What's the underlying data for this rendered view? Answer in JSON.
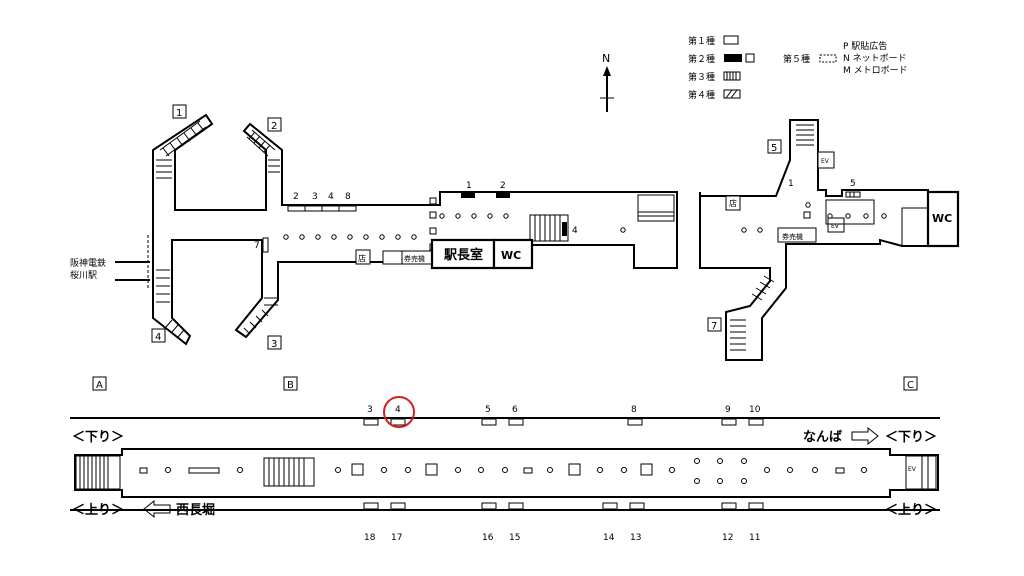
{
  "legend": {
    "type1": "第１種",
    "type2": "第２種",
    "type3": "第３種",
    "type4": "第４種",
    "type5": "第５種",
    "p": "P 駅貼広告",
    "n": "N ネットボード",
    "m": "M メトロボード"
  },
  "north": "N",
  "exits": [
    "1",
    "2",
    "3",
    "4",
    "5",
    "7"
  ],
  "concourse": {
    "connection": [
      "阪神電鉄",
      "桜川駅"
    ],
    "station_office": "駅長室",
    "wc": "WC",
    "ticket_machine": "券売機",
    "shop": "店",
    "ev": "EV",
    "ad_numbers_upper": [
      "2",
      "3",
      "4",
      "8"
    ],
    "ad_numbers_right": [
      "1",
      "2",
      "4",
      "7",
      "1",
      "5"
    ]
  },
  "platform": {
    "zones": [
      "A",
      "B",
      "C"
    ],
    "top_numbers": [
      "3",
      "4",
      "5",
      "6",
      "8",
      "9",
      "10"
    ],
    "bottom_numbers": [
      "18",
      "17",
      "16",
      "15",
      "14",
      "13",
      "12",
      "11"
    ],
    "downbound": "＜下り＞",
    "upbound": "＜上り＞",
    "to_namba": "なんば",
    "to_nishinagahori": "西長堀",
    "ev": "EV"
  },
  "highlight": {
    "label": "4",
    "color": "#d61f1f"
  }
}
